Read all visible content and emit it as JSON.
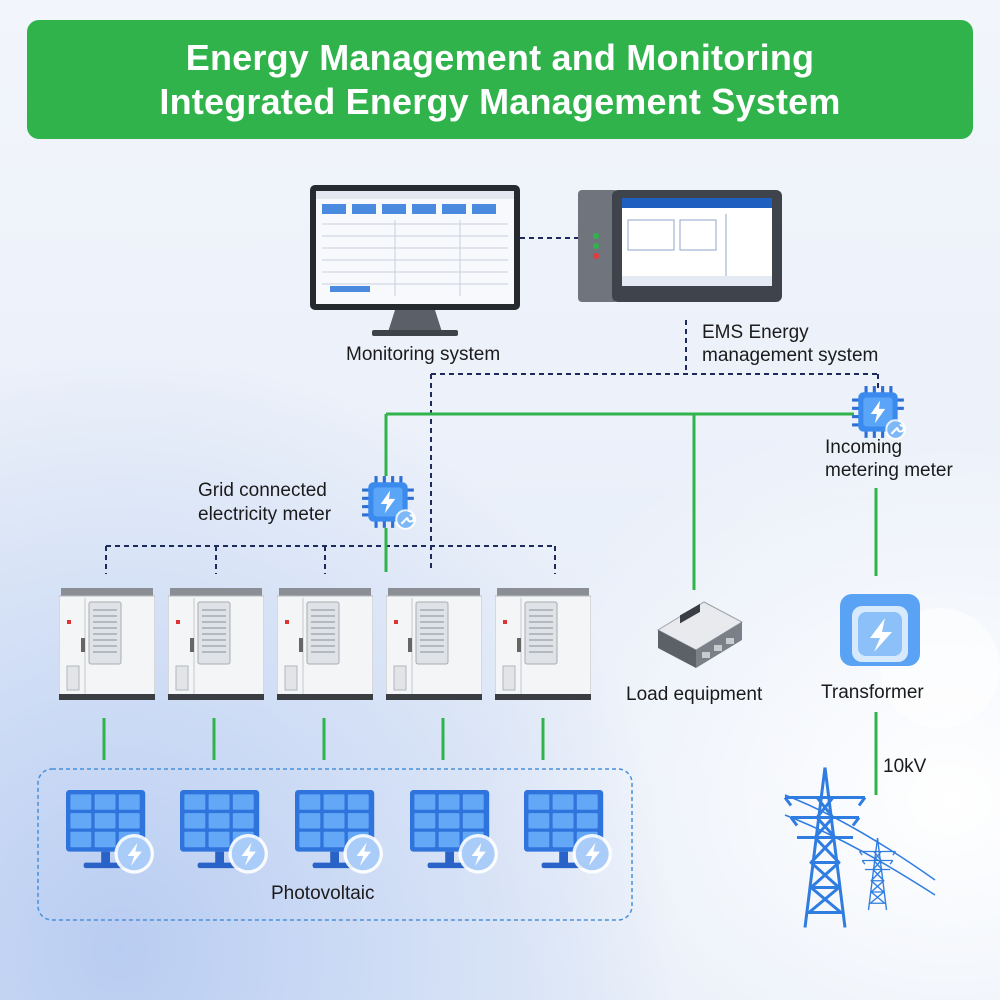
{
  "title": {
    "line1": "Energy Management and Monitoring",
    "line2": "Integrated Energy Management System"
  },
  "labels": {
    "monitoring": "Monitoring system",
    "ems_line1": "EMS Energy",
    "ems_line2": "management system",
    "incoming_line1": "Incoming",
    "incoming_line2": "metering meter",
    "grid_line1": "Grid connected",
    "grid_line2": "electricity meter",
    "load": "Load equipment",
    "transformer": "Transformer",
    "voltage": "10kV",
    "pv": "Photovoltaic"
  },
  "colors": {
    "banner": "#2fb34a",
    "green_line": "#2fb34a",
    "dashed_line": "#1c2a5c",
    "icon_blue": "#2f7de1"
  },
  "icons": {
    "meter": "chip-meter-icon",
    "solar": "solar-panel-icon",
    "cabinet": "energy-storage-cabinet-icon",
    "transformer": "transformer-icon",
    "tower": "transmission-tower-icon",
    "load": "load-equipment-icon",
    "monitor": "monitor-icon",
    "panel": "touch-panel-icon"
  }
}
